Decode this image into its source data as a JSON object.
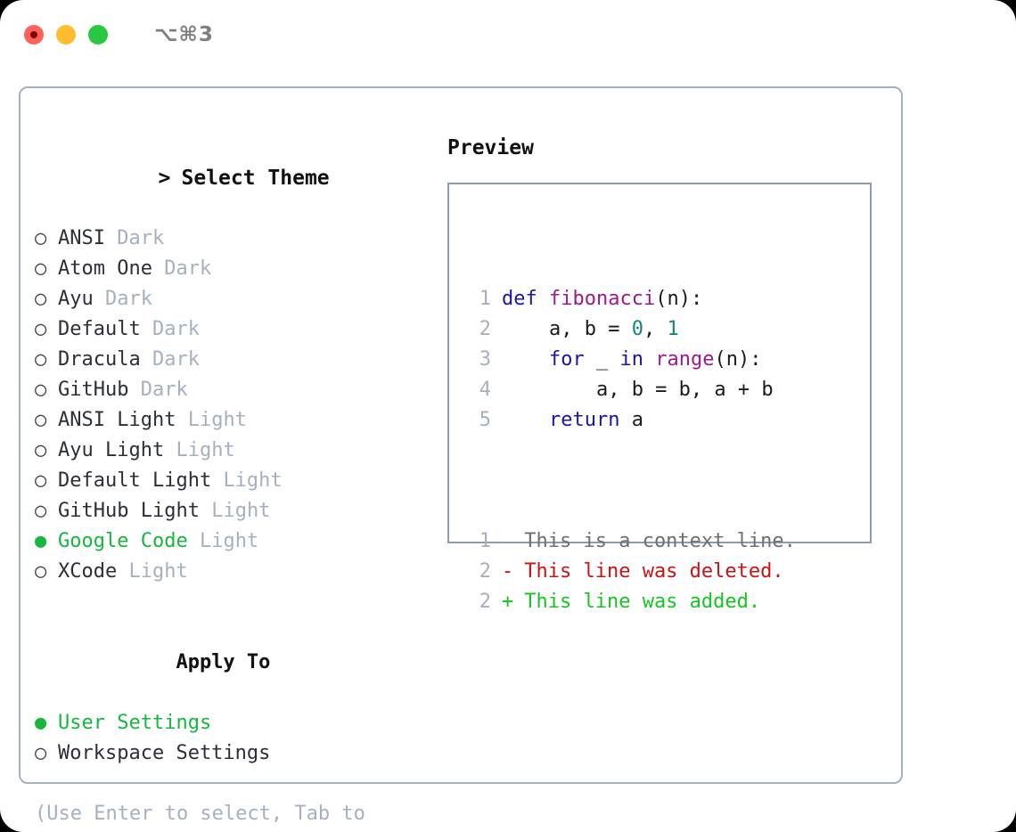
{
  "titlebar": {
    "shortcut": "⌥⌘3",
    "buttons": [
      {
        "name": "close",
        "color": "#ff6159"
      },
      {
        "name": "minimize",
        "color": "#ffbd2e"
      },
      {
        "name": "maximize",
        "color": "#28c840"
      }
    ]
  },
  "theme_list": {
    "header_marker": ">",
    "header": "Select Theme",
    "items": [
      {
        "marker": "○",
        "name": "ANSI",
        "kind": "Dark",
        "selected": false
      },
      {
        "marker": "○",
        "name": "Atom One",
        "kind": "Dark",
        "selected": false
      },
      {
        "marker": "○",
        "name": "Ayu",
        "kind": "Dark",
        "selected": false
      },
      {
        "marker": "○",
        "name": "Default",
        "kind": "Dark",
        "selected": false
      },
      {
        "marker": "○",
        "name": "Dracula",
        "kind": "Dark",
        "selected": false
      },
      {
        "marker": "○",
        "name": "GitHub",
        "kind": "Dark",
        "selected": false
      },
      {
        "marker": "○",
        "name": "ANSI Light",
        "kind": "Light",
        "selected": false
      },
      {
        "marker": "○",
        "name": "Ayu Light",
        "kind": "Light",
        "selected": false
      },
      {
        "marker": "○",
        "name": "Default Light",
        "kind": "Light",
        "selected": false
      },
      {
        "marker": "○",
        "name": "GitHub Light",
        "kind": "Light",
        "selected": false
      },
      {
        "marker": "●",
        "name": "Google Code",
        "kind": "Light",
        "selected": true
      },
      {
        "marker": "○",
        "name": "XCode",
        "kind": "Light",
        "selected": false
      }
    ]
  },
  "apply_to": {
    "header": "Apply To",
    "options": [
      {
        "marker": "●",
        "label": "User Settings",
        "selected": true
      },
      {
        "marker": "○",
        "label": "Workspace Settings",
        "selected": false
      }
    ]
  },
  "hint": "(Use Enter to select, Tab to change focus)",
  "preview": {
    "title": "Preview",
    "code_lines": [
      {
        "no": "1",
        "tokens": [
          {
            "t": "def",
            "c": "kw"
          },
          {
            "t": " ",
            "c": "plain"
          },
          {
            "t": "fibonacci",
            "c": "fn"
          },
          {
            "t": "(n):",
            "c": "punct"
          }
        ]
      },
      {
        "no": "2",
        "tokens": [
          {
            "t": "    a, b = ",
            "c": "plain"
          },
          {
            "t": "0",
            "c": "num"
          },
          {
            "t": ", ",
            "c": "plain"
          },
          {
            "t": "1",
            "c": "num"
          }
        ]
      },
      {
        "no": "3",
        "tokens": [
          {
            "t": "    ",
            "c": "plain"
          },
          {
            "t": "for",
            "c": "kw"
          },
          {
            "t": " _ ",
            "c": "plain"
          },
          {
            "t": "in",
            "c": "kw"
          },
          {
            "t": " ",
            "c": "plain"
          },
          {
            "t": "range",
            "c": "fn"
          },
          {
            "t": "(n):",
            "c": "punct"
          }
        ]
      },
      {
        "no": "4",
        "tokens": [
          {
            "t": "        a, b = b, a + b",
            "c": "plain"
          }
        ]
      },
      {
        "no": "5",
        "tokens": [
          {
            "t": "    ",
            "c": "plain"
          },
          {
            "t": "return",
            "c": "kw"
          },
          {
            "t": " a",
            "c": "plain"
          }
        ]
      }
    ],
    "diff_lines": [
      {
        "no": "1",
        "sign": " ",
        "text": "This is a context line.",
        "kind": "d-ctx"
      },
      {
        "no": "2",
        "sign": "-",
        "text": "This line was deleted.",
        "kind": "d-del"
      },
      {
        "no": "2",
        "sign": "+",
        "text": "This line was added.",
        "kind": "d-add"
      }
    ]
  },
  "colors": {
    "accent_green": "#15b83c",
    "muted": "#a6b0c0",
    "border": "#a6b0c0",
    "preview_border": "#8d9bae",
    "keyword": "#1a17a8",
    "function": "#9c1a8e",
    "number": "#12857f",
    "diff_delete": "#cc1212",
    "diff_add": "#16c422"
  }
}
